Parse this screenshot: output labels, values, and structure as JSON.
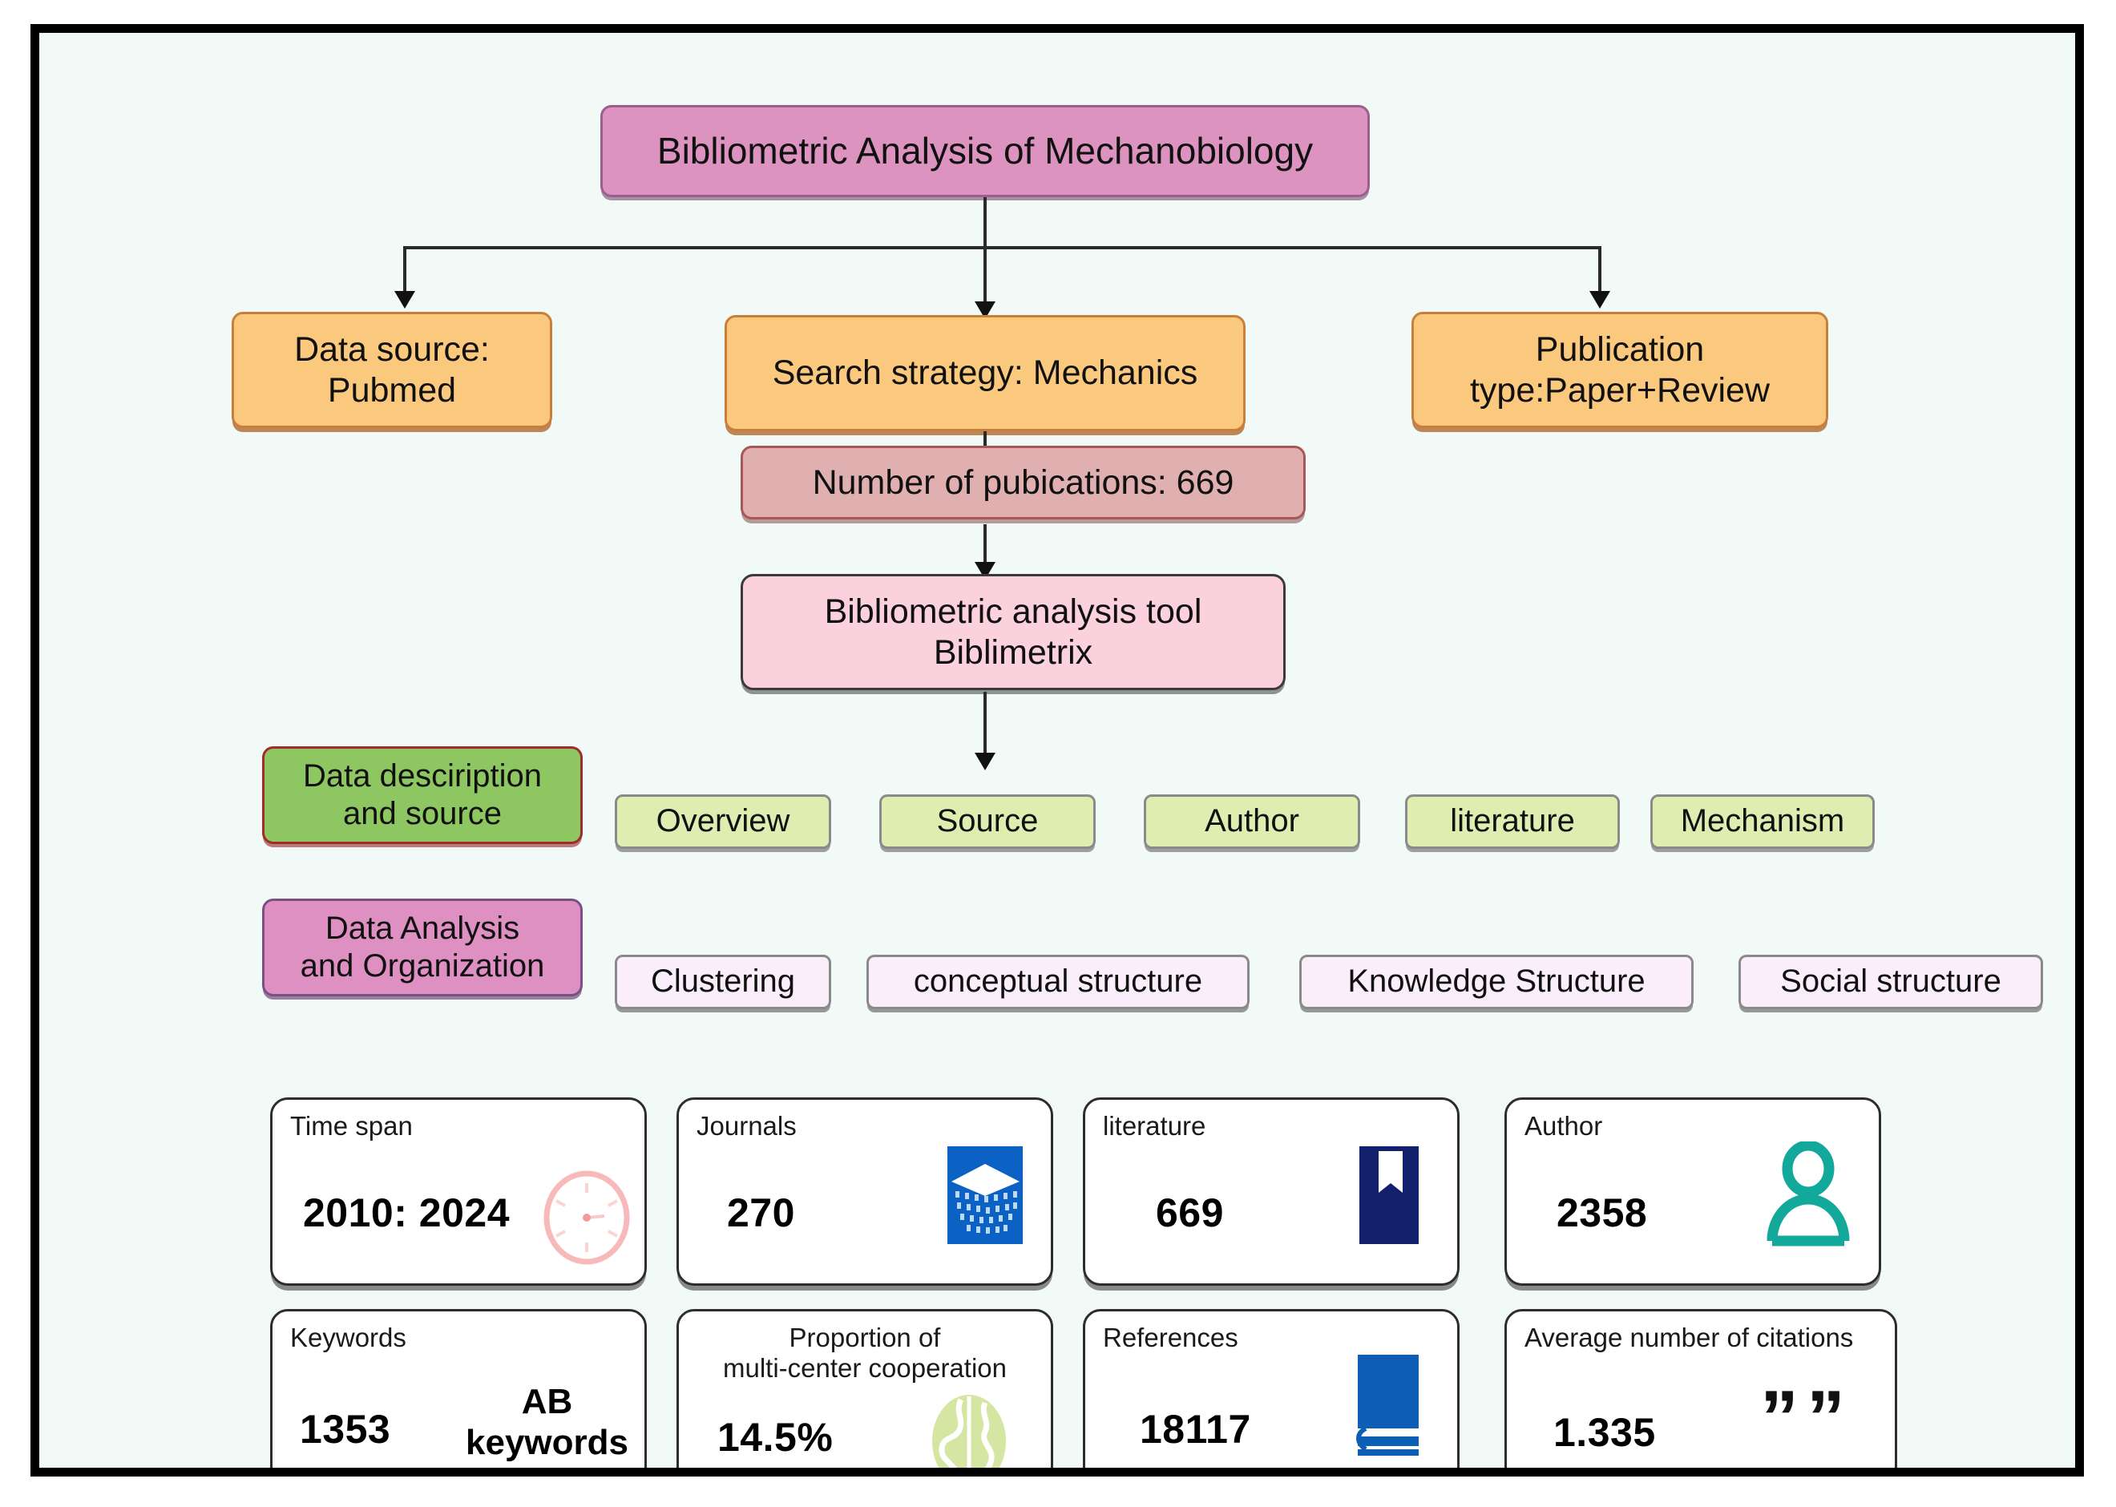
{
  "diagram": {
    "title_box": {
      "label": "Bibliometric Analysis of Mechanobiology"
    },
    "row_sources": [
      {
        "label": "Data source:\nPubmed",
        "name": "data-source-box"
      },
      {
        "label": "Search strategy: Mechanics",
        "name": "search-strategy-box"
      },
      {
        "label": "Publication\ntype:Paper+Review",
        "name": "publication-type-box"
      }
    ],
    "publications_box": {
      "label": "Number of pubications: 669"
    },
    "tool_box": {
      "label": "Bibliometric analysis tool\nBiblimetrix"
    },
    "green_row": {
      "head": "Data desciription\nand source",
      "items": [
        {
          "label": "Overview"
        },
        {
          "label": "Source"
        },
        {
          "label": "Author"
        },
        {
          "label": "literature"
        },
        {
          "label": "Mechanism"
        }
      ]
    },
    "purple_row": {
      "head": "Data Analysis\nand Organization",
      "items": [
        {
          "label": "Clustering"
        },
        {
          "label": "conceptual structure"
        },
        {
          "label": "Knowledge Structure"
        },
        {
          "label": "Social structure"
        }
      ]
    },
    "stat_cards": [
      {
        "label": "Time span",
        "value": "2010:  2024",
        "icon": "clock-icon",
        "name": "time-span-card"
      },
      {
        "label": "Journals",
        "value": "270",
        "icon": "journal-icon",
        "name": "journals-card"
      },
      {
        "label": "literature",
        "value": "669",
        "icon": "bookmark-icon",
        "name": "literature-card"
      },
      {
        "label": "Author",
        "value": "2358",
        "icon": "person-icon",
        "name": "author-card"
      },
      {
        "label": "Keywords",
        "value": "1353",
        "icon": "ab-keywords-icon",
        "icon_text": "AB\nkeywords",
        "name": "keywords-card"
      },
      {
        "label": "Proportion of\nmulti-center cooperation",
        "value": "14.5%",
        "icon": "globe-icon",
        "name": "cooperation-card"
      },
      {
        "label": "References",
        "value": "18117",
        "icon": "book-icon",
        "name": "references-card"
      },
      {
        "label": "Average number of citations",
        "value": "1.335",
        "icon": "quote-icon",
        "icon_text": "””",
        "name": "avg-citations-card"
      }
    ],
    "colors": {
      "background": "#f1faf6",
      "border": "#000000",
      "title": "#dd93c0",
      "orange": "#fbc97e",
      "rose": "#e0b0b0",
      "pink": "#fbd1dd",
      "green_head": "#8ec661",
      "green": "#dfeeb0",
      "purple_head": "#de90c2",
      "purple": "#faeefa",
      "clock": "#f6b6b6",
      "journal": "#0b62c4",
      "bookmark": "#13206b",
      "person": "#12a89a",
      "globe": "#cfe29a",
      "book": "#0c5fb4"
    }
  }
}
